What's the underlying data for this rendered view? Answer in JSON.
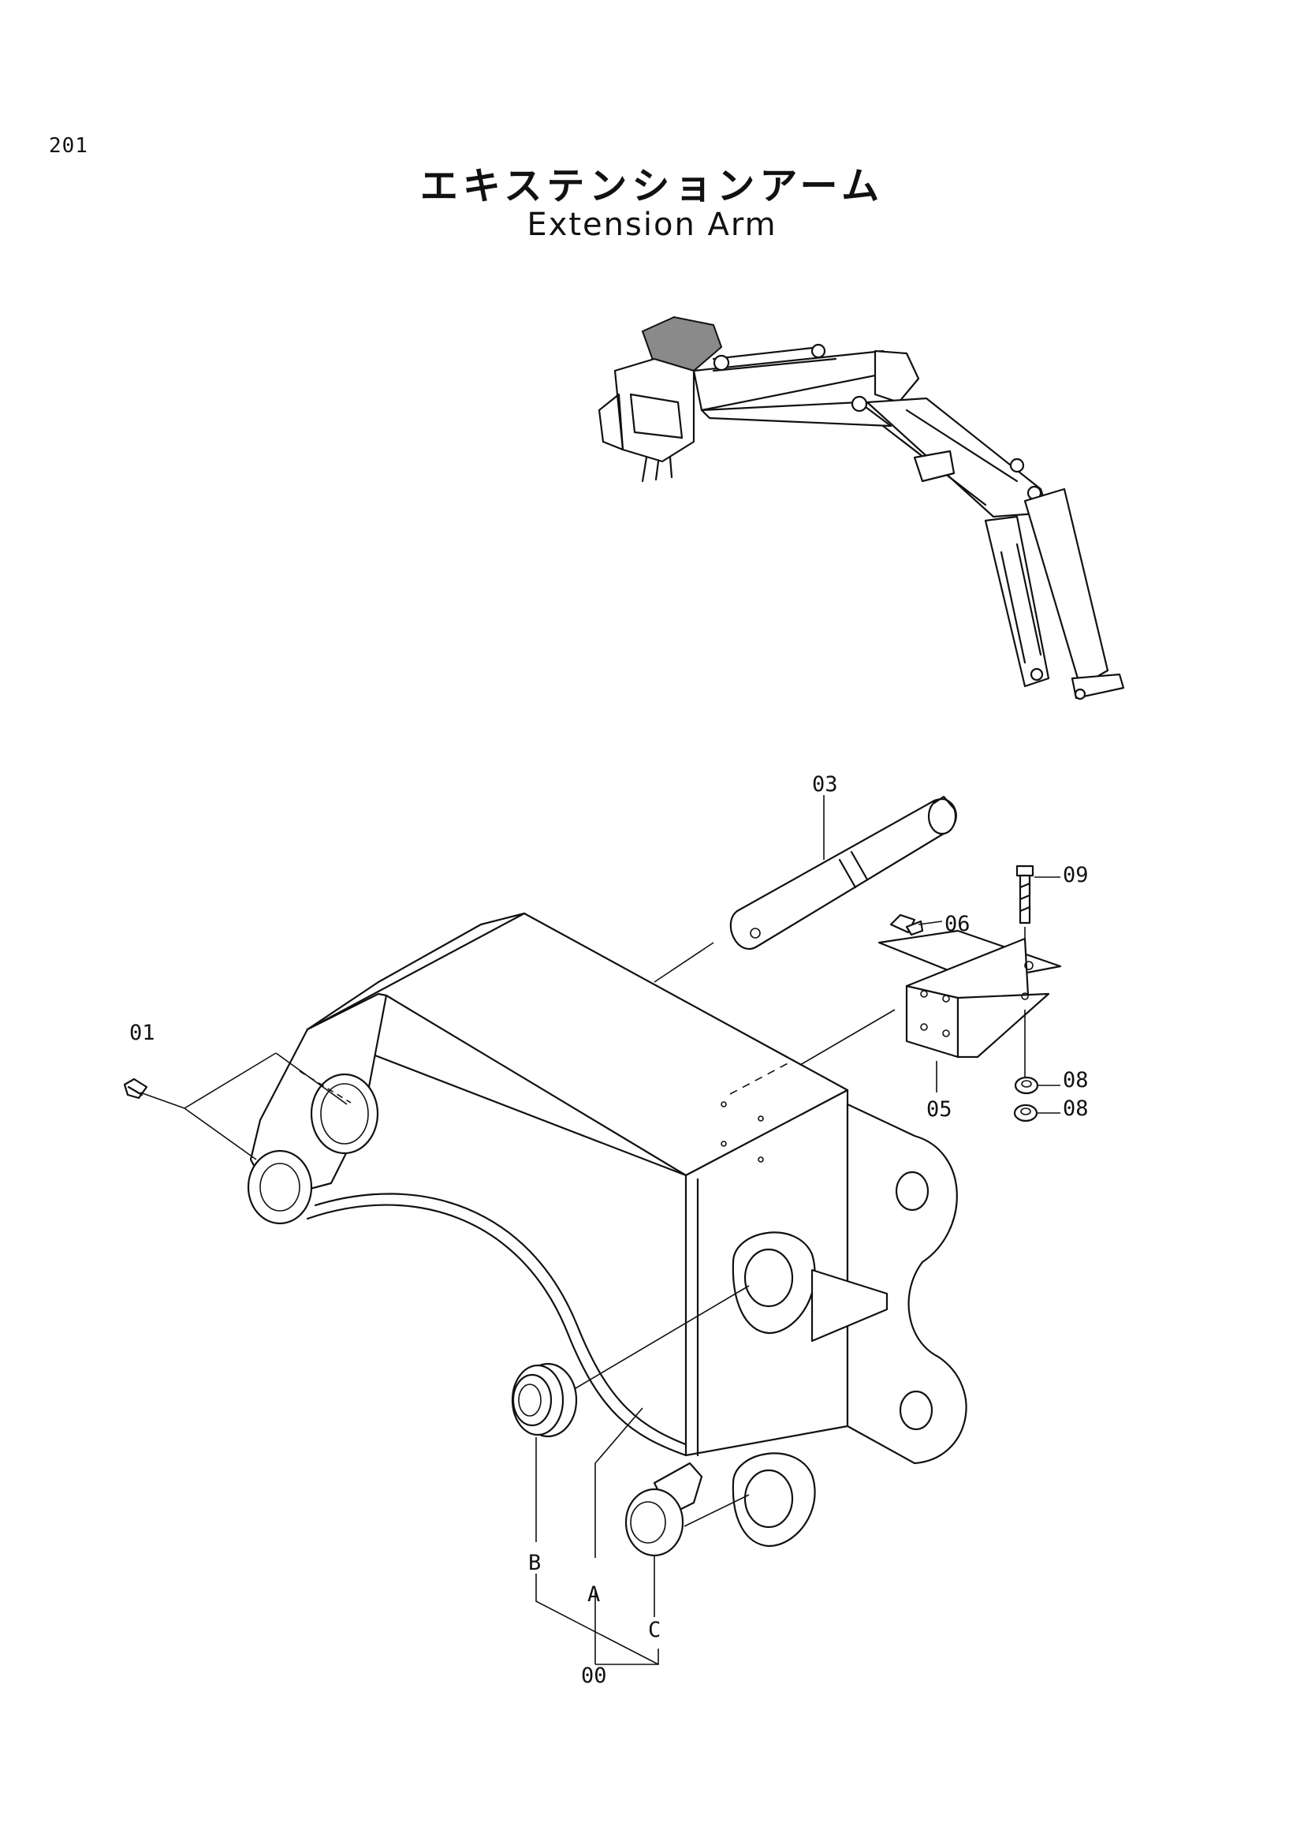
{
  "page_number": "201",
  "title_jp": "エキステンションアーム",
  "title_en": "Extension Arm",
  "callouts": {
    "p00": "00",
    "p01": "01",
    "p03": "03",
    "p05": "05",
    "p06": "06",
    "p08a": "08",
    "p08b": "08",
    "p09": "09",
    "pA": "A",
    "pB": "B",
    "pC": "C"
  }
}
